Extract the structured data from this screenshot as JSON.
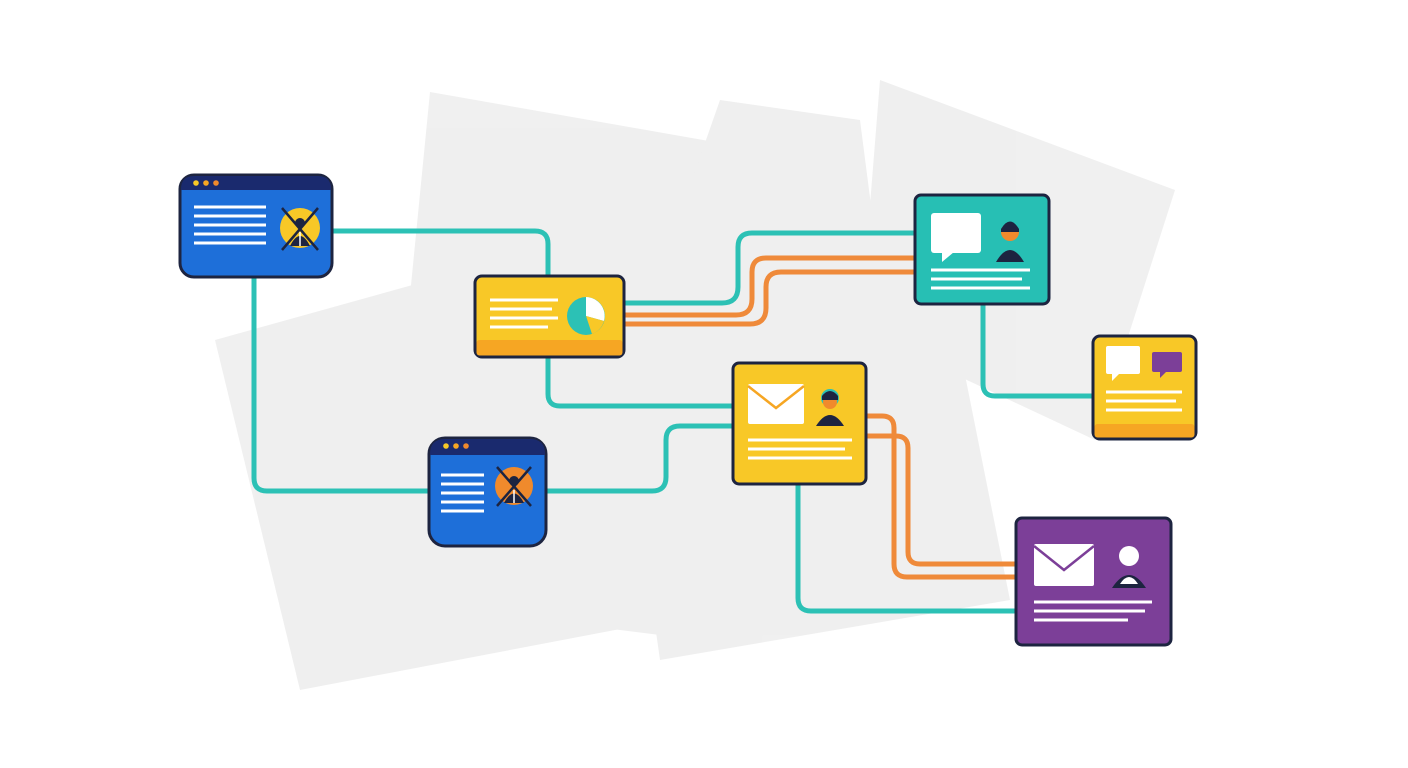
{
  "palette": {
    "background": "#ffffff",
    "backdrop_panel": "#eeeeee",
    "connector_teal": "#2cc1b5",
    "connector_orange": "#ef8a3a",
    "outline": "#1d2440",
    "blue_card": "#1e6fd9",
    "blue_card_titlebar": "#1a2a6e",
    "yellow_card": "#f8c827",
    "yellow_card_footer": "#f6a623",
    "teal_card": "#27bfb4",
    "purple_card": "#7c3f98",
    "orange_badge": "#f08a2c",
    "text_line": "#ffffff"
  },
  "nodes": [
    {
      "id": "app-window-1",
      "style": "blue",
      "icon": "person-badge-icon",
      "badge_color": "#f8c827"
    },
    {
      "id": "report-card",
      "style": "yellow",
      "icon": "pie-chart-icon"
    },
    {
      "id": "app-window-2",
      "style": "blue",
      "icon": "person-badge-icon",
      "badge_color": "#f08a2c"
    },
    {
      "id": "message-card-1",
      "style": "yellow",
      "icon": "envelope-icon",
      "secondary_icon": "user-icon"
    },
    {
      "id": "chat-card",
      "style": "teal",
      "icon": "speech-bubble-icon",
      "secondary_icon": "user-icon"
    },
    {
      "id": "chat-card-small",
      "style": "yellow",
      "icon": "speech-bubble-icon",
      "secondary_icon": "speech-bubble-icon"
    },
    {
      "id": "message-card-2",
      "style": "purple",
      "icon": "envelope-icon",
      "secondary_icon": "user-icon"
    }
  ],
  "edges": [
    {
      "from": "app-window-1",
      "to": "report-card",
      "color": "teal"
    },
    {
      "from": "app-window-1",
      "to": "app-window-2",
      "color": "teal"
    },
    {
      "from": "report-card",
      "to": "chat-card",
      "color": "teal"
    },
    {
      "from": "report-card",
      "to": "chat-card",
      "color": "orange"
    },
    {
      "from": "report-card",
      "to": "chat-card",
      "color": "orange"
    },
    {
      "from": "report-card",
      "to": "message-card-1",
      "color": "teal"
    },
    {
      "from": "app-window-2",
      "to": "message-card-1",
      "color": "teal"
    },
    {
      "from": "chat-card",
      "to": "chat-card-small",
      "color": "teal"
    },
    {
      "from": "message-card-1",
      "to": "message-card-2",
      "color": "orange"
    },
    {
      "from": "message-card-1",
      "to": "message-card-2",
      "color": "orange"
    },
    {
      "from": "message-card-1",
      "to": "message-card-2",
      "color": "teal"
    }
  ]
}
